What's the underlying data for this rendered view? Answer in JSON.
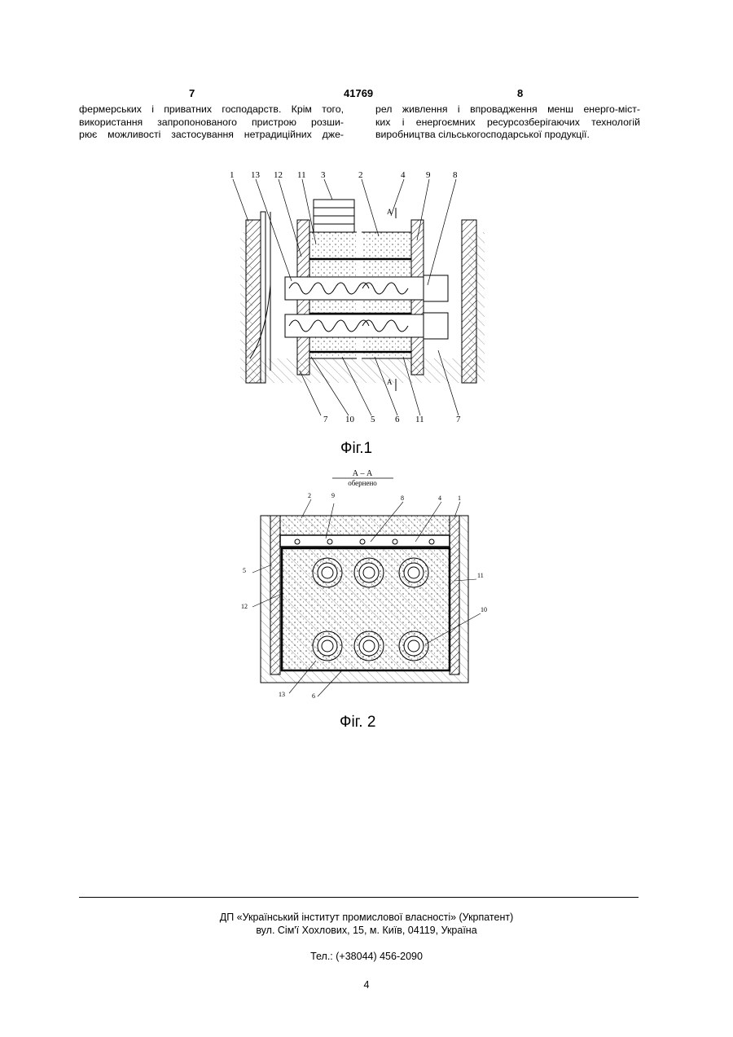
{
  "header": {
    "left_page": "7",
    "patent_number": "41769",
    "right_page": "8"
  },
  "text": {
    "left_column": [
      "фермерських і приватних господарств. Крім того,",
      "використання запропонованого пристрою розши-",
      "рює можливості застосування нетрадиційних дже-"
    ],
    "right_column": [
      "рел живлення і впровадження менш енерго-міст-",
      "ких і енергоємних ресурсозберігаючих технологій",
      "виробництва сільськогосподарської продукції."
    ]
  },
  "figure1": {
    "caption": "Фіг.1",
    "top_labels": [
      "1",
      "13",
      "12",
      "11",
      "3",
      "2",
      "4",
      "9",
      "8"
    ],
    "bottom_labels": [
      "7",
      "10",
      "5",
      "6",
      "11",
      "7"
    ],
    "section_mark": "А"
  },
  "figure2": {
    "caption": "Фіг. 2",
    "section_title": "А – А",
    "section_subtitle": "обернено",
    "labels": [
      "2",
      "9",
      "8",
      "4",
      "1",
      "5",
      "11",
      "12",
      "10",
      "13",
      "6"
    ]
  },
  "footer": {
    "line1": "ДП «Український інститут промислової власності» (Укрпатент)",
    "line2": "вул. Сім'ї Хохлових, 15, м. Київ, 04119, Україна",
    "phone": "Тел.: (+38044) 456-2090",
    "page_number": "4"
  }
}
